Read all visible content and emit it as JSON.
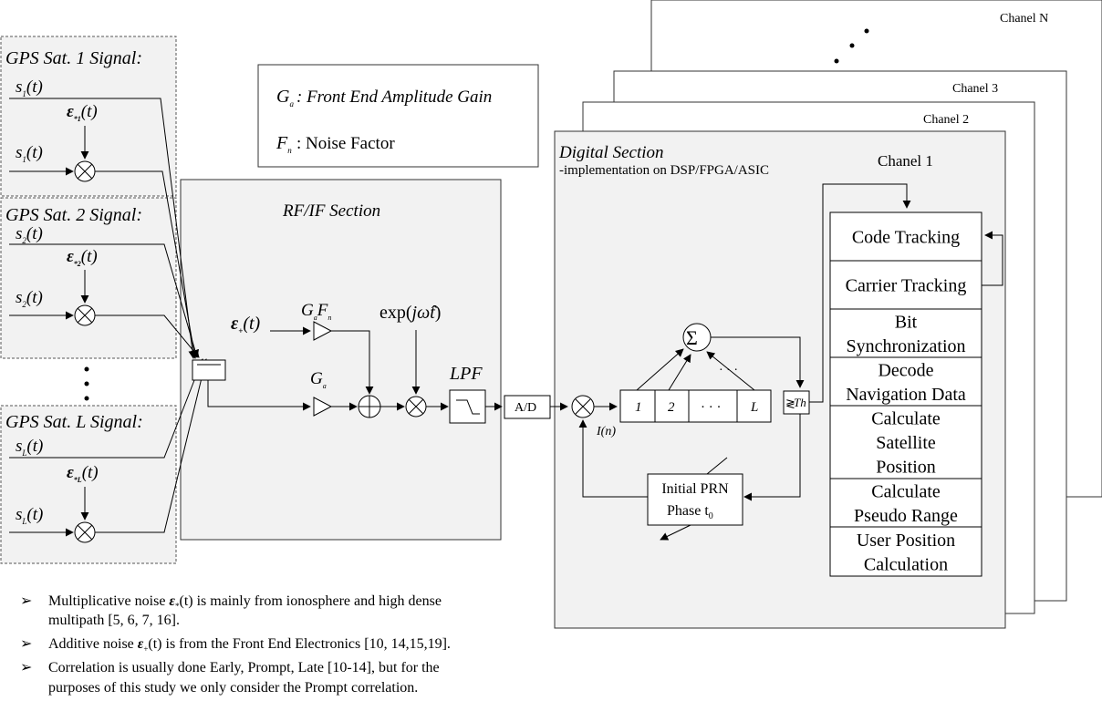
{
  "channels": {
    "ch_n": "Chanel N",
    "ch_3": "Chanel 3",
    "ch_2": "Chanel 2",
    "ch_1": "Chanel 1"
  },
  "legend": {
    "ga_sym": "G",
    "ga_sub": "a",
    "ga_desc": ": Front End Amplitude Gain",
    "fn_sym": "F",
    "fn_sub": "n",
    "fn_desc": ": Noise Factor"
  },
  "satellites": [
    {
      "title": "GPS Sat. 1 Signal:",
      "s_sub": "1",
      "eps_sub": "*1"
    },
    {
      "title": "GPS Sat. 2 Signal:",
      "s_sub": "2",
      "eps_sub": "*2"
    },
    {
      "title": "GPS Sat. L Signal:",
      "s_sub": "L",
      "eps_sub": "*L"
    }
  ],
  "sat_text": {
    "s": "s",
    "t": "(t)",
    "eps": "ε"
  },
  "rf": {
    "title": "RF/IF Section",
    "eps_plus_sub": "+",
    "gaf_g": "G",
    "gaf_a": "a",
    "gaf_f": "F",
    "gaf_n": "n",
    "ga_g": "G",
    "ga_a": "a",
    "exp": "exp(",
    "exp_j": "jω̂t",
    "exp_close": ")",
    "lpf": "LPF"
  },
  "ad": "A/D",
  "digital": {
    "title": "Digital Section",
    "subtitle": "-implementation on DSP/FPGA/ASIC",
    "sigma": "Σ",
    "dots": "· · ·",
    "cells": [
      "1",
      "2",
      "· · ·",
      "L"
    ],
    "in_label": "I(n)",
    "th": "Th",
    "prn_line1": "Initial PRN",
    "prn_line2": "Phase t",
    "prn_sub": "0"
  },
  "tracking_blocks": [
    [
      "Code Tracking"
    ],
    [
      "Carrier Tracking"
    ],
    [
      "Bit",
      "Synchronization"
    ],
    [
      "Decode",
      "Navigation Data"
    ],
    [
      "Calculate",
      "Satellite",
      "Position"
    ],
    [
      "Calculate",
      "Pseudo Range"
    ],
    [
      "User Position",
      "Calculation"
    ]
  ],
  "notes": [
    {
      "pre": "Multiplicative noise ",
      "sym": "ε",
      "sub": "*",
      "post": "(t) is mainly from ionosphere and high dense",
      "line2": "multipath [5, 6, 7, 16]."
    },
    {
      "pre": "Additive noise ",
      "sym": "ε",
      "sub": "+",
      "post": "(t) is from the Front End Electronics [10, 14,15,19].",
      "line2": ""
    },
    {
      "pre": "Correlation is usually done Early, Prompt, Late [10-14], but for the",
      "sym": "",
      "sub": "",
      "post": "",
      "line2": "purposes of this study we only consider the Prompt correlation."
    }
  ],
  "bullet": "➢"
}
